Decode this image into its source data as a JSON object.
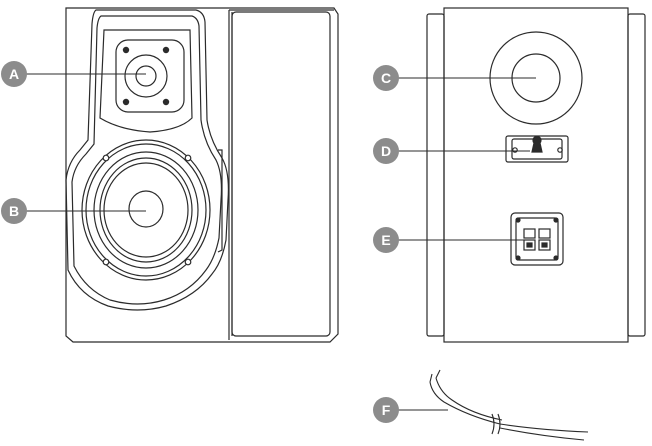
{
  "callouts": {
    "a": "A",
    "b": "B",
    "c": "C",
    "d": "D",
    "e": "E",
    "f": "F"
  },
  "colors": {
    "line": "#2b2b2b",
    "callout_fill": "#8c8c8c",
    "callout_text": "#ffffff",
    "background": "#ffffff"
  }
}
